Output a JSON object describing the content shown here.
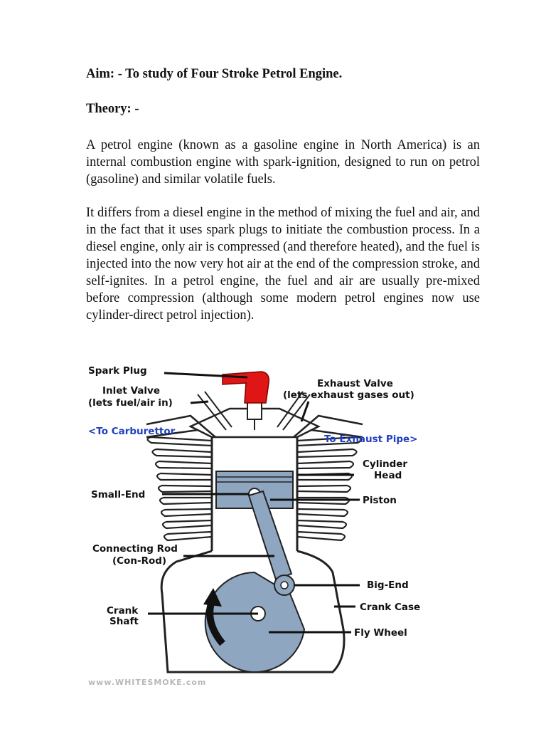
{
  "document": {
    "aim": "Aim: - To study of Four Stroke Petrol Engine.",
    "theory_heading": "Theory: -",
    "paragraphs": [
      "A petrol engine (known as a gasoline engine in North America) is an internal combustion engine with spark-ignition, designed to run on petrol (gasoline) and similar volatile fuels.",
      "It differs from a diesel engine in the method of mixing the fuel and air, and in the fact that it uses spark plugs to initiate the combustion process. In a diesel engine, only air is compressed (and therefore heated), and the fuel is injected into the now very hot air at the end of the compression stroke, and self-ignites. In a petrol engine, the fuel and air are usually pre-mixed before compression (although some modern petrol engines now use cylinder-direct petrol injection)."
    ]
  },
  "diagram": {
    "labels": {
      "spark_plug": "Spark Plug",
      "inlet_valve": "Inlet Valve",
      "inlet_valve_note": "(lets fuel/air in)",
      "to_carburettor": "<To Carburettor",
      "exhaust_valve": "Exhaust Valve",
      "exhaust_valve_note": "(lets exhaust gases out)",
      "to_exhaust_pipe": "To Exhaust Pipe>",
      "cylinder": "Cylinder",
      "head": "Head",
      "small_end": "Small-End",
      "piston": "Piston",
      "connecting_rod": "Connecting Rod",
      "con_rod": "(Con-Rod)",
      "big_end": "Big-End",
      "crank_case": "Crank Case",
      "crank": "Crank",
      "shaft": "Shaft",
      "fly_wheel": "Fly Wheel",
      "watermark": "www.WHITESMOKE.com"
    },
    "colors": {
      "spark_plug": "#e01616",
      "piston": "#8fa6c0",
      "crank": "#8fa6c0",
      "blue_label": "#1f3fbf"
    }
  }
}
